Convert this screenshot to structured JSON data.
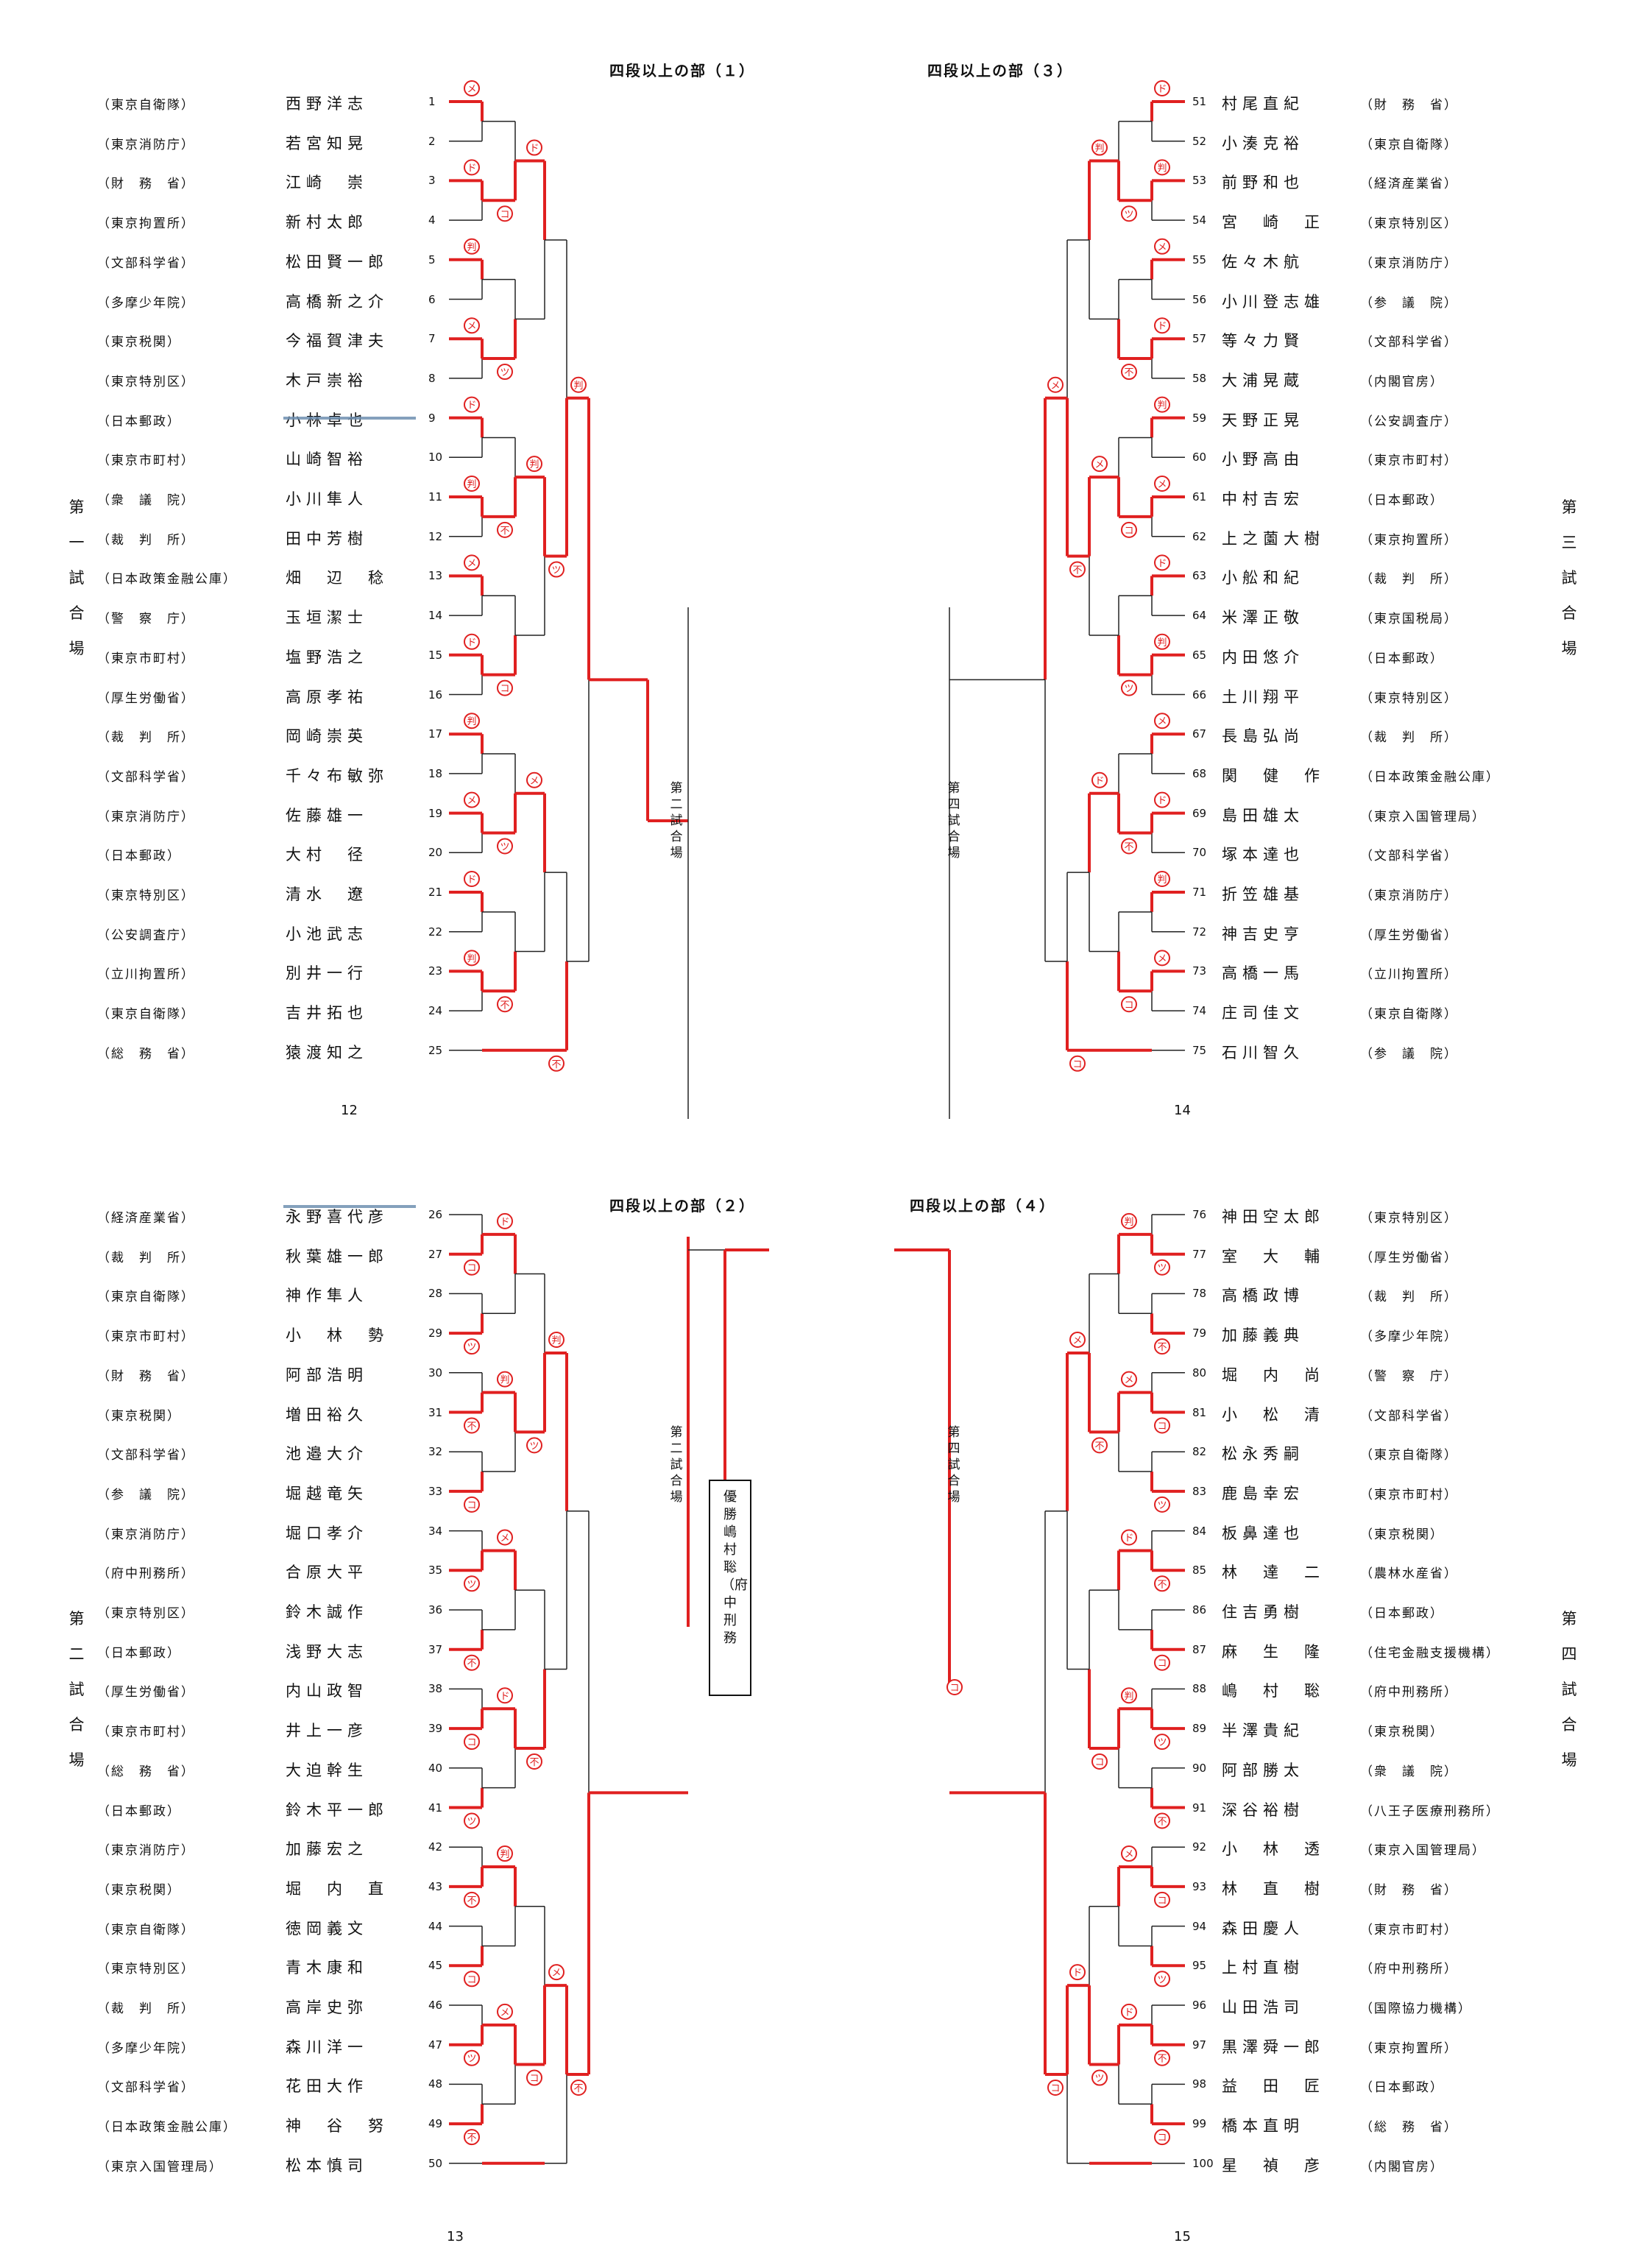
{
  "pages": [
    {
      "title": "四段以上の部（１）",
      "page_number": "12",
      "side_label": "第一試合場"
    },
    {
      "title": "四段以上の部（２）",
      "page_number": "13",
      "side_label": "第二試合場"
    },
    {
      "title": "四段以上の部（３）",
      "page_number": "14",
      "side_label": "第三試合場"
    },
    {
      "title": "四段以上の部（４）",
      "page_number": "15",
      "side_label": "第四試合場"
    }
  ],
  "center_labels": {
    "second_court": "第二試合場",
    "fourth_court_a": "第四試合場",
    "fourth_court_b": "第四試合場"
  },
  "champion": {
    "label": "優勝　嶋村　聡（府中刑務",
    "name": "嶋村 聡",
    "org": "府中刑務"
  },
  "colors": {
    "winner_line": "#e02020",
    "line": "#222222",
    "strike": "#6f8fb0"
  },
  "score_marks": [
    "メ",
    "コ",
    "ド",
    "ツ",
    "判",
    "不"
  ],
  "entries": [
    {
      "n": "1",
      "org": "（東京自衛隊）",
      "name": "西野洋志"
    },
    {
      "n": "2",
      "org": "（東京消防庁）",
      "name": "若宮知晃"
    },
    {
      "n": "3",
      "org": "（財　務　省）",
      "name": "江崎　崇"
    },
    {
      "n": "4",
      "org": "（東京拘置所）",
      "name": "新村太郎"
    },
    {
      "n": "5",
      "org": "（文部科学省）",
      "name": "松田賢一郎"
    },
    {
      "n": "6",
      "org": "（多摩少年院）",
      "name": "高橋新之介"
    },
    {
      "n": "7",
      "org": "（東京税関）",
      "name": "今福賀津夫"
    },
    {
      "n": "8",
      "org": "（東京特別区）",
      "name": "木戸崇裕"
    },
    {
      "n": "9",
      "org": "（日本郵政）",
      "name": "小林卓也"
    },
    {
      "n": "10",
      "org": "（東京市町村）",
      "name": "山崎智裕"
    },
    {
      "n": "11",
      "org": "（衆　議　院）",
      "name": "小川隼人"
    },
    {
      "n": "12",
      "org": "（裁　判　所）",
      "name": "田中芳樹"
    },
    {
      "n": "13",
      "org": "（日本政策金融公庫）",
      "name": "畑　辺　稔"
    },
    {
      "n": "14",
      "org": "（警　察　庁）",
      "name": "玉垣潔士"
    },
    {
      "n": "15",
      "org": "（東京市町村）",
      "name": "塩野浩之"
    },
    {
      "n": "16",
      "org": "（厚生労働省）",
      "name": "高原孝祐"
    },
    {
      "n": "17",
      "org": "（裁　判　所）",
      "name": "岡崎崇英"
    },
    {
      "n": "18",
      "org": "（文部科学省）",
      "name": "千々布敏弥"
    },
    {
      "n": "19",
      "org": "（東京消防庁）",
      "name": "佐藤雄一"
    },
    {
      "n": "20",
      "org": "（日本郵政）",
      "name": "大村　径"
    },
    {
      "n": "21",
      "org": "（東京特別区）",
      "name": "清水　遼"
    },
    {
      "n": "22",
      "org": "（公安調査庁）",
      "name": "小池武志"
    },
    {
      "n": "23",
      "org": "（立川拘置所）",
      "name": "別井一行"
    },
    {
      "n": "24",
      "org": "（東京自衛隊）",
      "name": "吉井拓也"
    },
    {
      "n": "25",
      "org": "（総　務　省）",
      "name": "猿渡知之"
    },
    {
      "n": "26",
      "org": "（経済産業省）",
      "name": "永野喜代彦"
    },
    {
      "n": "27",
      "org": "（裁　判　所）",
      "name": "秋葉雄一郎"
    },
    {
      "n": "28",
      "org": "（東京自衛隊）",
      "name": "神作隼人"
    },
    {
      "n": "29",
      "org": "（東京市町村）",
      "name": "小　林　勢"
    },
    {
      "n": "30",
      "org": "（財　務　省）",
      "name": "阿部浩明"
    },
    {
      "n": "31",
      "org": "（東京税関）",
      "name": "増田裕久"
    },
    {
      "n": "32",
      "org": "（文部科学省）",
      "name": "池邉大介"
    },
    {
      "n": "33",
      "org": "（参　議　院）",
      "name": "堀越竜矢"
    },
    {
      "n": "34",
      "org": "（東京消防庁）",
      "name": "堀口孝介"
    },
    {
      "n": "35",
      "org": "（府中刑務所）",
      "name": "合原大平"
    },
    {
      "n": "36",
      "org": "（東京特別区）",
      "name": "鈴木誠作"
    },
    {
      "n": "37",
      "org": "（日本郵政）",
      "name": "浅野大志"
    },
    {
      "n": "38",
      "org": "（厚生労働省）",
      "name": "内山政智"
    },
    {
      "n": "39",
      "org": "（東京市町村）",
      "name": "井上一彦"
    },
    {
      "n": "40",
      "org": "（総　務　省）",
      "name": "大迫幹生"
    },
    {
      "n": "41",
      "org": "（日本郵政）",
      "name": "鈴木平一郎"
    },
    {
      "n": "42",
      "org": "（東京消防庁）",
      "name": "加藤宏之"
    },
    {
      "n": "43",
      "org": "（東京税関）",
      "name": "堀　内　直"
    },
    {
      "n": "44",
      "org": "（東京自衛隊）",
      "name": "徳岡義文"
    },
    {
      "n": "45",
      "org": "（東京特別区）",
      "name": "青木康和"
    },
    {
      "n": "46",
      "org": "（裁　判　所）",
      "name": "高岸史弥"
    },
    {
      "n": "47",
      "org": "（多摩少年院）",
      "name": "森川洋一"
    },
    {
      "n": "48",
      "org": "（文部科学省）",
      "name": "花田大作"
    },
    {
      "n": "49",
      "org": "（日本政策金融公庫）",
      "name": "神　谷　努"
    },
    {
      "n": "50",
      "org": "（東京入国管理局）",
      "name": "松本慎司"
    },
    {
      "n": "51",
      "org": "（財　務　省）",
      "name": "村尾直紀"
    },
    {
      "n": "52",
      "org": "（東京自衛隊）",
      "name": "小湊克裕"
    },
    {
      "n": "53",
      "org": "（経済産業省）",
      "name": "前野和也"
    },
    {
      "n": "54",
      "org": "（東京特別区）",
      "name": "宮　崎　正"
    },
    {
      "n": "55",
      "org": "（東京消防庁）",
      "name": "佐々木航"
    },
    {
      "n": "56",
      "org": "（参　議　院）",
      "name": "小川登志雄"
    },
    {
      "n": "57",
      "org": "（文部科学省）",
      "name": "等々力賢"
    },
    {
      "n": "58",
      "org": "（内閣官房）",
      "name": "大浦晃蔵"
    },
    {
      "n": "59",
      "org": "（公安調査庁）",
      "name": "天野正晃"
    },
    {
      "n": "60",
      "org": "（東京市町村）",
      "name": "小野高由"
    },
    {
      "n": "61",
      "org": "（日本郵政）",
      "name": "中村吉宏"
    },
    {
      "n": "62",
      "org": "（東京拘置所）",
      "name": "上之薗大樹"
    },
    {
      "n": "63",
      "org": "（裁　判　所）",
      "name": "小舩和紀"
    },
    {
      "n": "64",
      "org": "（東京国税局）",
      "name": "米澤正敬"
    },
    {
      "n": "65",
      "org": "（日本郵政）",
      "name": "内田悠介"
    },
    {
      "n": "66",
      "org": "（東京特別区）",
      "name": "土川翔平"
    },
    {
      "n": "67",
      "org": "（裁　判　所）",
      "name": "長島弘尚"
    },
    {
      "n": "68",
      "org": "（日本政策金融公庫）",
      "name": "関　健　作"
    },
    {
      "n": "69",
      "org": "（東京入国管理局）",
      "name": "島田雄太"
    },
    {
      "n": "70",
      "org": "（文部科学省）",
      "name": "塚本達也"
    },
    {
      "n": "71",
      "org": "（東京消防庁）",
      "name": "折笠雄基"
    },
    {
      "n": "72",
      "org": "（厚生労働省）",
      "name": "神吉史亨"
    },
    {
      "n": "73",
      "org": "（立川拘置所）",
      "name": "高橋一馬"
    },
    {
      "n": "74",
      "org": "（東京自衛隊）",
      "name": "庄司佳文"
    },
    {
      "n": "75",
      "org": "（参　議　院）",
      "name": "石川智久"
    },
    {
      "n": "76",
      "org": "（東京特別区）",
      "name": "神田空太郎"
    },
    {
      "n": "77",
      "org": "（厚生労働省）",
      "name": "室　大　輔"
    },
    {
      "n": "78",
      "org": "（裁　判　所）",
      "name": "高橋政博"
    },
    {
      "n": "79",
      "org": "（多摩少年院）",
      "name": "加藤義典"
    },
    {
      "n": "80",
      "org": "（警　察　庁）",
      "name": "堀　内　尚"
    },
    {
      "n": "81",
      "org": "（文部科学省）",
      "name": "小　松　清"
    },
    {
      "n": "82",
      "org": "（東京自衛隊）",
      "name": "松永秀嗣"
    },
    {
      "n": "83",
      "org": "（東京市町村）",
      "name": "鹿島幸宏"
    },
    {
      "n": "84",
      "org": "（東京税関）",
      "name": "板鼻達也"
    },
    {
      "n": "85",
      "org": "（農林水産省）",
      "name": "林　達　二"
    },
    {
      "n": "86",
      "org": "（日本郵政）",
      "name": "住吉勇樹"
    },
    {
      "n": "87",
      "org": "（住宅金融支援機構）",
      "name": "麻　生　隆"
    },
    {
      "n": "88",
      "org": "（府中刑務所）",
      "name": "嶋　村　聡"
    },
    {
      "n": "89",
      "org": "（東京税関）",
      "name": "半澤貴紀"
    },
    {
      "n": "90",
      "org": "（衆　議　院）",
      "name": "阿部勝太"
    },
    {
      "n": "91",
      "org": "（八王子医療刑務所）",
      "name": "深谷裕樹"
    },
    {
      "n": "92",
      "org": "（東京入国管理局）",
      "name": "小　林　透"
    },
    {
      "n": "93",
      "org": "（財　務　省）",
      "name": "林　直　樹"
    },
    {
      "n": "94",
      "org": "（東京市町村）",
      "name": "森田慶人"
    },
    {
      "n": "95",
      "org": "（府中刑務所）",
      "name": "上村直樹"
    },
    {
      "n": "96",
      "org": "（国際協力機構）",
      "name": "山田浩司"
    },
    {
      "n": "97",
      "org": "（東京拘置所）",
      "name": "黒澤舜一郎"
    },
    {
      "n": "98",
      "org": "（日本郵政）",
      "name": "益　田　匠"
    },
    {
      "n": "99",
      "org": "（総　務　省）",
      "name": "橋本直明"
    },
    {
      "n": "100",
      "org": "（内閣官房）",
      "name": "星　禎　彦"
    }
  ]
}
